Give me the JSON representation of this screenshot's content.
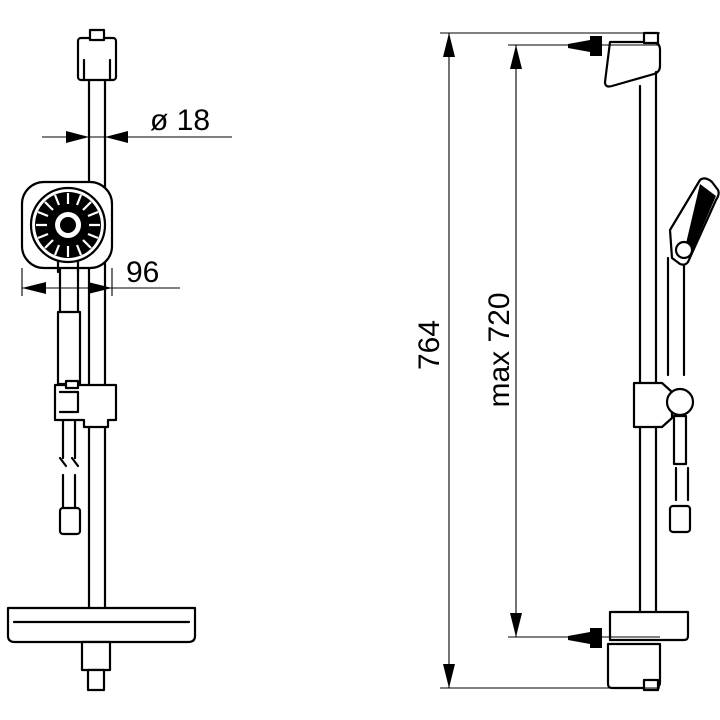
{
  "dimensions": {
    "bar_diameter": "ø 18",
    "head_width": "96",
    "total_height": "764",
    "bracket_spacing": "max 720"
  }
}
